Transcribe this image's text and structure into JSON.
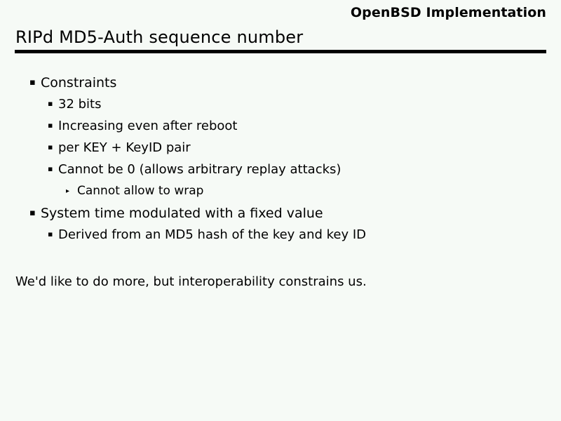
{
  "slide": {
    "background_color": "#f6faf6",
    "text_color": "#000000",
    "eyebrow": "OpenBSD Implementation",
    "title": "RIPd MD5-Auth sequence number",
    "closing_remark": "We'd like to do more, but interoperability constrains us.",
    "bullets": [
      {
        "level": 1,
        "marker": "▪",
        "marker_name": "square-bullet-icon",
        "text": "Constraints"
      },
      {
        "level": 2,
        "marker": "▪",
        "marker_name": "square-bullet-icon",
        "text": "32 bits"
      },
      {
        "level": 2,
        "marker": "▪",
        "marker_name": "square-bullet-icon",
        "text": "Increasing even after reboot"
      },
      {
        "level": 2,
        "marker": "▪",
        "marker_name": "square-bullet-icon",
        "text": "per KEY + KeyID pair"
      },
      {
        "level": 2,
        "marker": "▪",
        "marker_name": "square-bullet-icon",
        "text": "Cannot be 0 (allows arbitrary replay attacks)"
      },
      {
        "level": 3,
        "marker": "▸",
        "marker_name": "triangle-bullet-icon",
        "text": "Cannot allow to wrap"
      },
      {
        "level": 1,
        "marker": "▪",
        "marker_name": "square-bullet-icon",
        "text": "System time modulated with a fixed value"
      },
      {
        "level": 2,
        "marker": "▪",
        "marker_name": "square-bullet-icon",
        "text": "Derived from an MD5 hash of the key and key ID"
      }
    ]
  }
}
